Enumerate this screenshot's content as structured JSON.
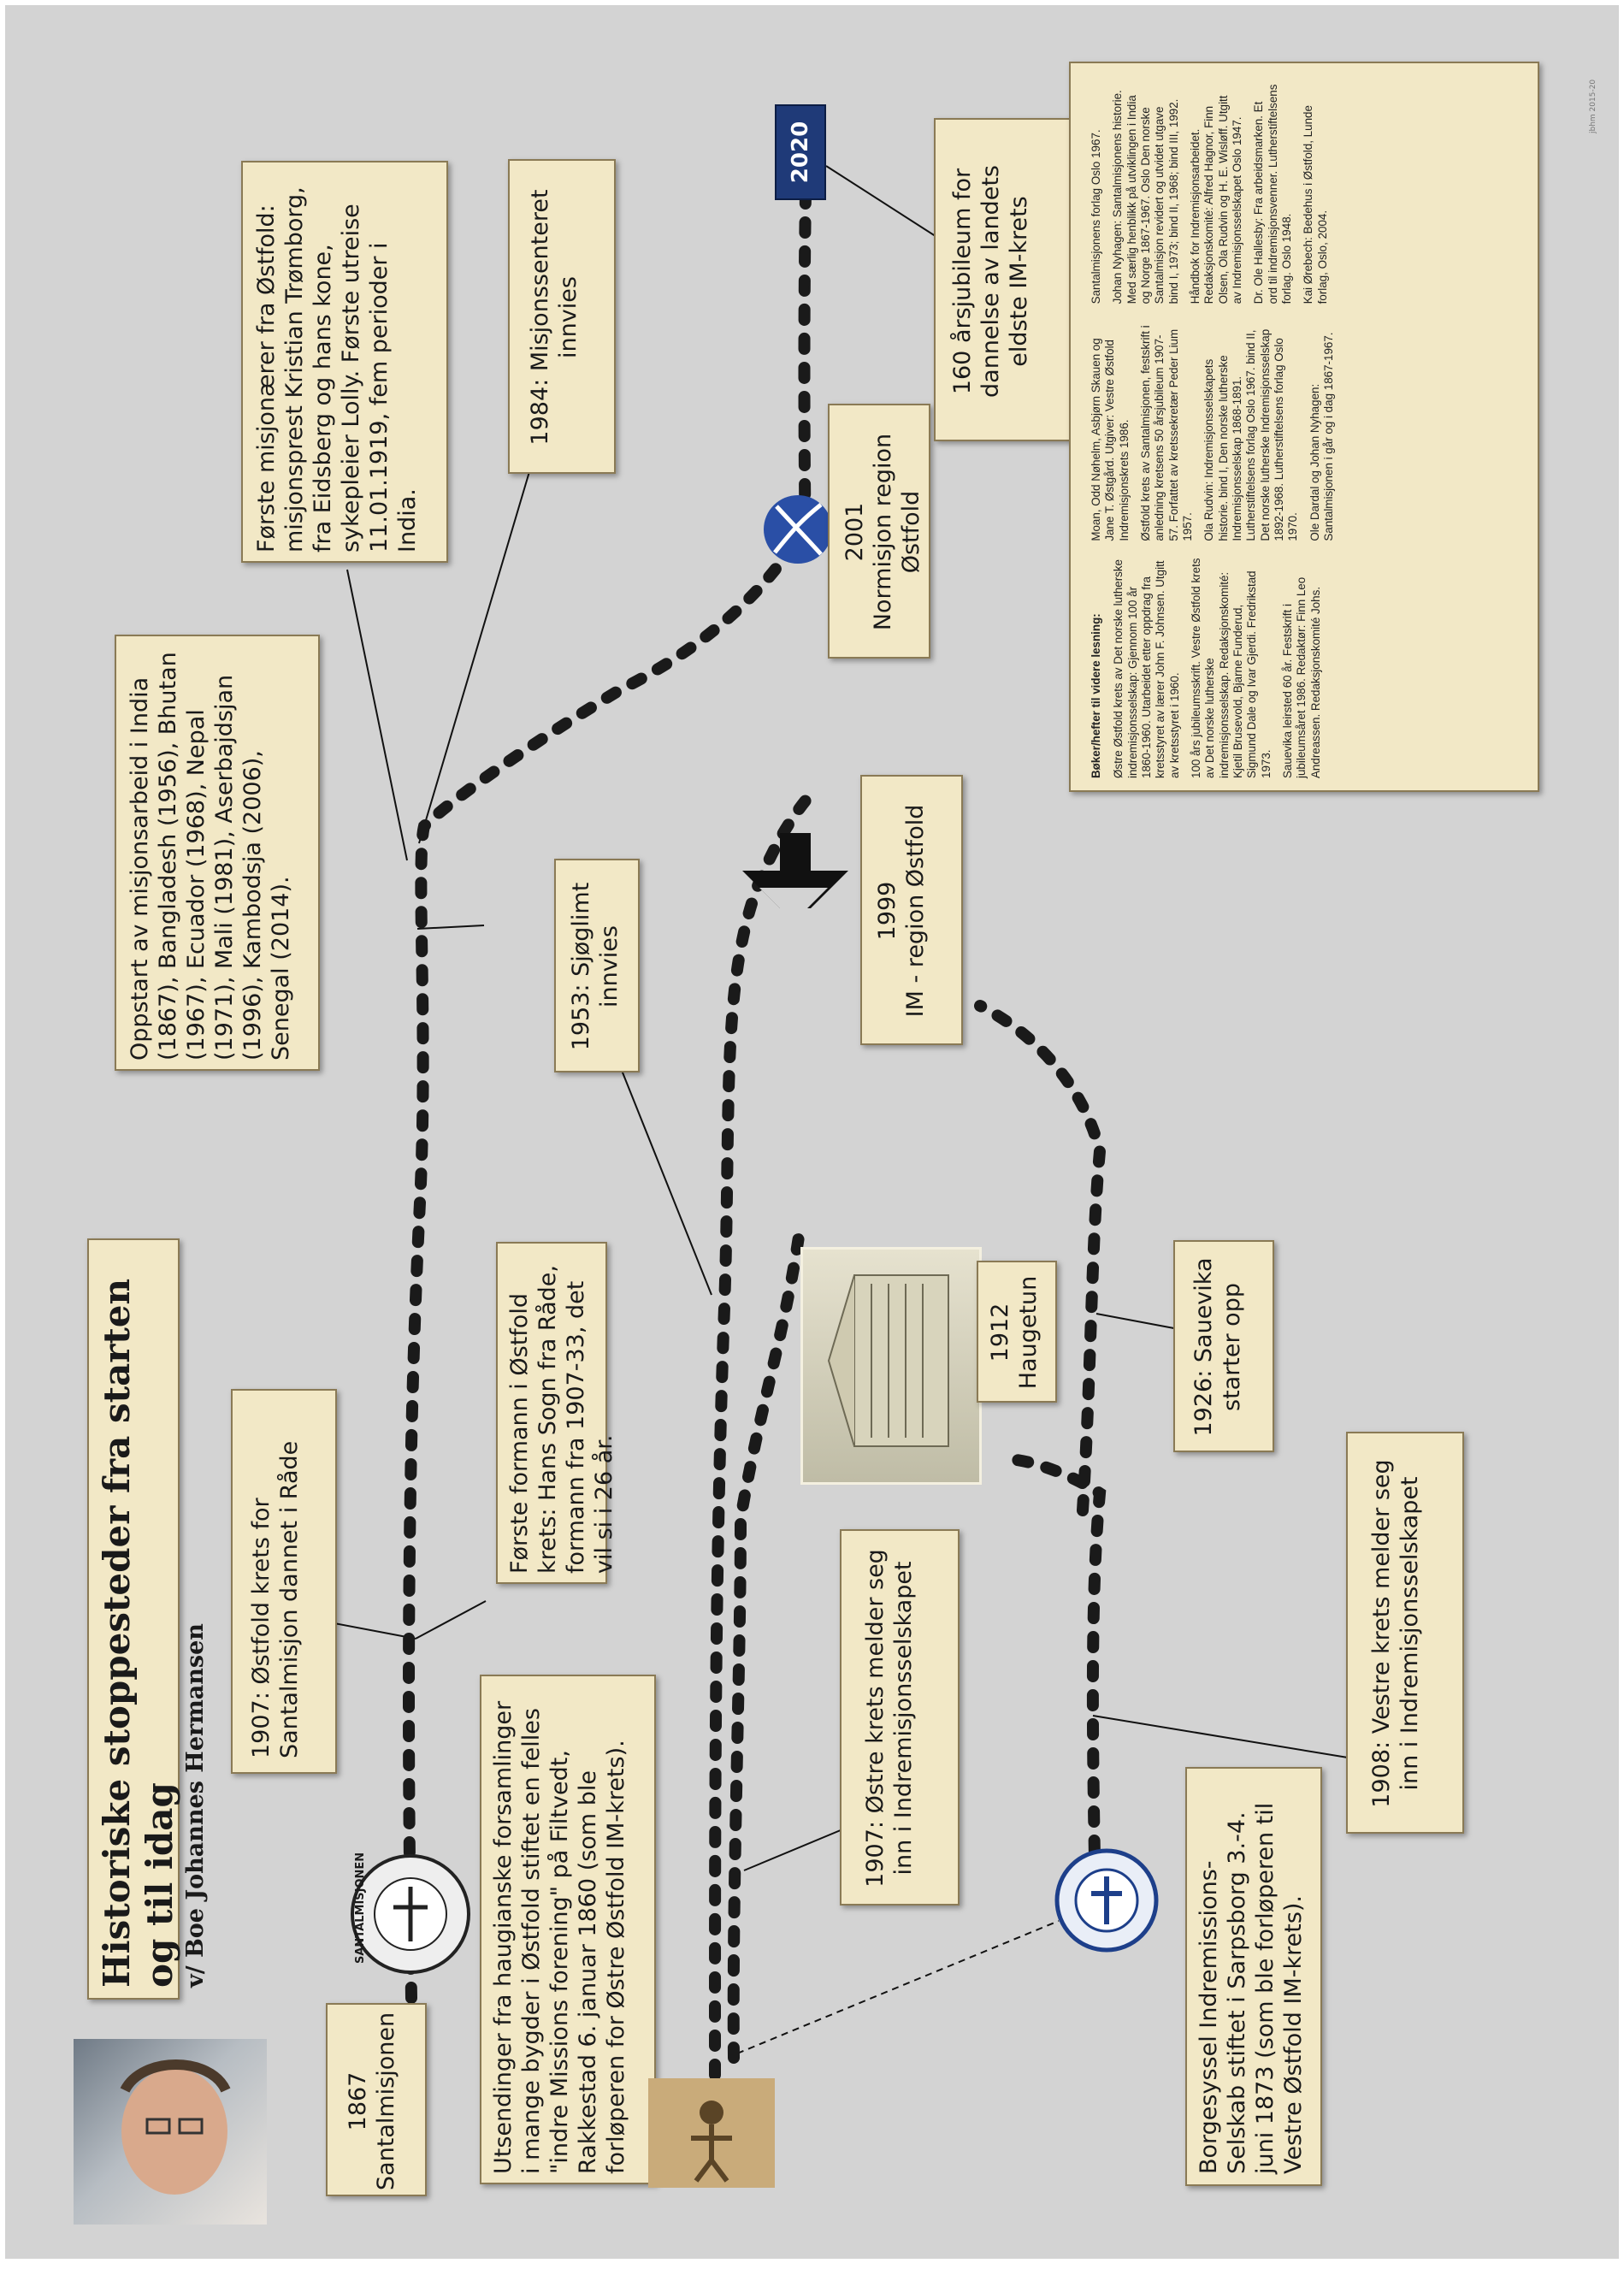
{
  "title": "Historiske stoppesteder fra starten og til idag",
  "subtitle": "v/ Boe Johannes Hermansen",
  "timeline_notes": {
    "santalmisjonen_1867": "1867\nSantalmisjonen",
    "utsendinger_1860": "Utsendinger fra haugianske forsamlinger i mange bygder i Østfold stiftet en felles \"indre Missions forening\" på Filtvedt, Rakkestad 6. januar 1860 (som ble forløperen for Østre Østfold IM-krets).",
    "krets_1907_rade": "1907: Østfold krets for Santalmisjon dannet i Råde",
    "forste_formann": "Første formann i Østfold krets: Hans Sogn fra Råde, formann fra 1907-33, det vil si i 26 år.",
    "oppstart": "Oppstart av misjonsarbeid i India (1867), Bangladesh (1956), Bhutan (1967), Ecuador (1968), Nepal (1971), Mali (1981), Aserbajdsjan (1996), Kambodsja (2006), Senegal (2014).",
    "forste_misjonaerer": "Første misjonærer fra Østfold: misjonsprest Kristian Trømborg, fra Eidsberg og hans kone, sykepleier Lolly. Første utreise 11.01.1919, fem perioder i India.",
    "misjonssenteret_1984": "1984: Misjonssenteret innvies",
    "sjoglimt_1953": "1953: Sjøglimt innvies",
    "ostre_1907": "1907: Østre krets melder seg inn i Indremisjonsselskapet",
    "haugetun_1912": "1912\nHaugetun",
    "sauevika_1926": "1926: Sauevika starter opp",
    "vestre_1908": "1908: Vestre krets melder seg inn i Indremisjonsselskapet",
    "borgesyssel_1873": "Borgesyssel Indremissions-Selskab stiftet i Sarpsborg 3.-4. juni 1873 (som ble forløperen til Vestre Østfold IM-krets).",
    "im_1999": "1999\nIM - region Østfold",
    "normisjon_2001": "2001\nNormisjon region Østfold",
    "jubileum_160": "160 årsjubileum for dannelse av landets eldste IM-krets"
  },
  "badge_2020": "2020",
  "logos": {
    "santalmisjonen_text": "SANTALMISJONEN",
    "santalmisjonen_icon": "santalmisjonen-seal-icon",
    "indremisjon_icon": "indremisjonsselskapet-seal-icon",
    "normisjon_icon": "normisjon-x-icon",
    "im_region_icon": "im-mark-icon",
    "haugetun_image": "haugetun-postcard-image",
    "stamp_image": "stamp-figure-image",
    "portrait_image": "portrait-photo"
  },
  "references": {
    "heading": "Bøker/hefter til videre lesning:",
    "items": [
      "Østre Østfold krets av Det norske lutherske indremisjonsselskap: Gjennom 100 år 1860-1960. Utarbeidet etter oppdrag fra kretsstyret av lærer John F. Johnsen. Utgitt av kretsstyret i 1960.",
      "100 års jubileumsskrift. Vestre Østfold krets av Det norske lutherske indremisjonsselskap. Redaksjonskomité: Kjetil Brusevold, Bjarne Funderud, Sigmund Dale og Ivar Gjerdi. Fredrikstad 1973.",
      "Sauevika leirsted 60 år. Festskrift i jubileumsåret 1986. Redaktør: Finn Leo Andreassen. Redaksjonskomité Johs. Moan, Odd Nøhelm, Asbjørn Skauen og Jane T. Østgård. Utgiver: Vestre Østfold Indremisjonskrets 1986.",
      "Østfold krets av Santalmisjonen, festskrift i anledning kretsens 50 årsjubileum 1907-57. Forfattet av kretssekretær Peder Lium 1957.",
      "Ola Rudvin: Indremisjonsselskapets historie. bind I, Den norske lutherske Indremisjonsselskap 1868-1891. Lutherstiftelsens forlag Oslo 1967. bind II, Det norske lutherske Indremisjonsselskap 1892-1968. Lutherstiftelsens forlag Oslo 1970.",
      "Ole Dardal og Johan Nyhagen: Santalmisjonen i går og i dag 1867-1967. Santalmisjonens forlag Oslo 1967.",
      "Johan Nyhagen: Santalmisjonens historie. Med særlig henblikk på utviklingen i India og Norge 1867-1967. Oslo Den norske Santalmisjon revidert og utvidet utgave bind I, 1973; bind II, 1968; bind III, 1992.",
      "Håndbok for Indremisjonsarbeidet. Redaksjonskomité: Alfred Hagnor, Finn Olsen, Ola Rudvin og H. E. Wisløff. Utgitt av Indremisjonsselskapet Oslo 1947.",
      "Dr. Ole Hallesby: Fra arbeidsmarken. Et ord til indremisjonsvenner. Lutherstiftelsens forlag. Oslo 1948.",
      "Kai Ørebech: Bedehus i Østfold, Lunde forlag, Oslo, 2004."
    ]
  },
  "credit": "jbhm 2015-20"
}
